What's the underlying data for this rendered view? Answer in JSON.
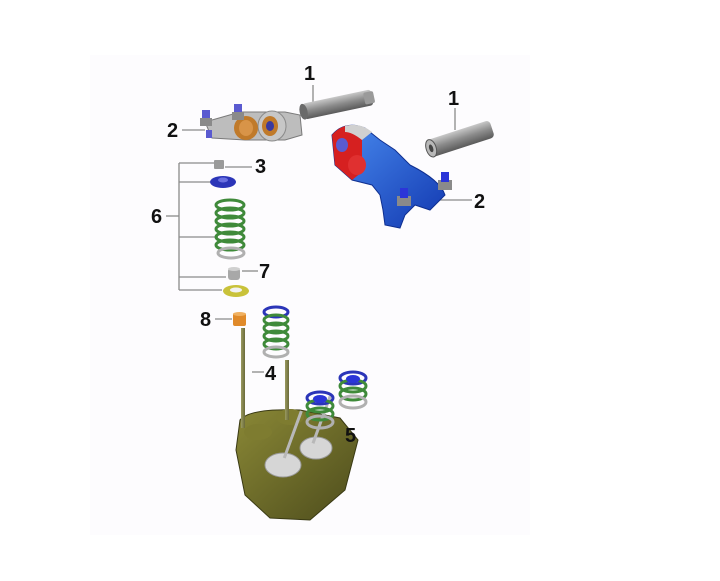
{
  "diagram": {
    "type": "exploded-parts-view",
    "subject": "engine valve train (rocker arms, shafts, valves, springs, cylinder head)",
    "colors": {
      "background": "#ffffff",
      "callout_text": "#111111",
      "leader_line": "#8a8a8a",
      "shaft_grey": "#8c8c8c",
      "rocker_blue": "#1f5fd6",
      "rocker_red": "#d62020",
      "bronze": "#c07a2a",
      "spring_green": "#3f8a3a",
      "retainer_blue": "#2b35b8",
      "head_olive": "#6b6a28",
      "valve_silver": "#d6d6d6",
      "seat_yellow": "#c9c23a",
      "seal_orange": "#e08a2a"
    },
    "callouts": [
      {
        "id": "c1a",
        "label": "1",
        "part": "rocker shaft (upper left)"
      },
      {
        "id": "c1b",
        "label": "1",
        "part": "rocker shaft (right)"
      },
      {
        "id": "c2a",
        "label": "2",
        "part": "rocker arm with adjusters (left)"
      },
      {
        "id": "c2b",
        "label": "2",
        "part": "rocker arm with adjusters (right)"
      },
      {
        "id": "c3",
        "label": "3",
        "part": "valve cotter / keeper"
      },
      {
        "id": "c4",
        "label": "4",
        "part": "intake valve"
      },
      {
        "id": "c5",
        "label": "5",
        "part": "exhaust valve"
      },
      {
        "id": "c6",
        "label": "6",
        "part": "valve spring assembly"
      },
      {
        "id": "c7",
        "label": "7",
        "part": "valve stem cap"
      },
      {
        "id": "c8",
        "label": "8",
        "part": "valve stem seal"
      }
    ]
  }
}
